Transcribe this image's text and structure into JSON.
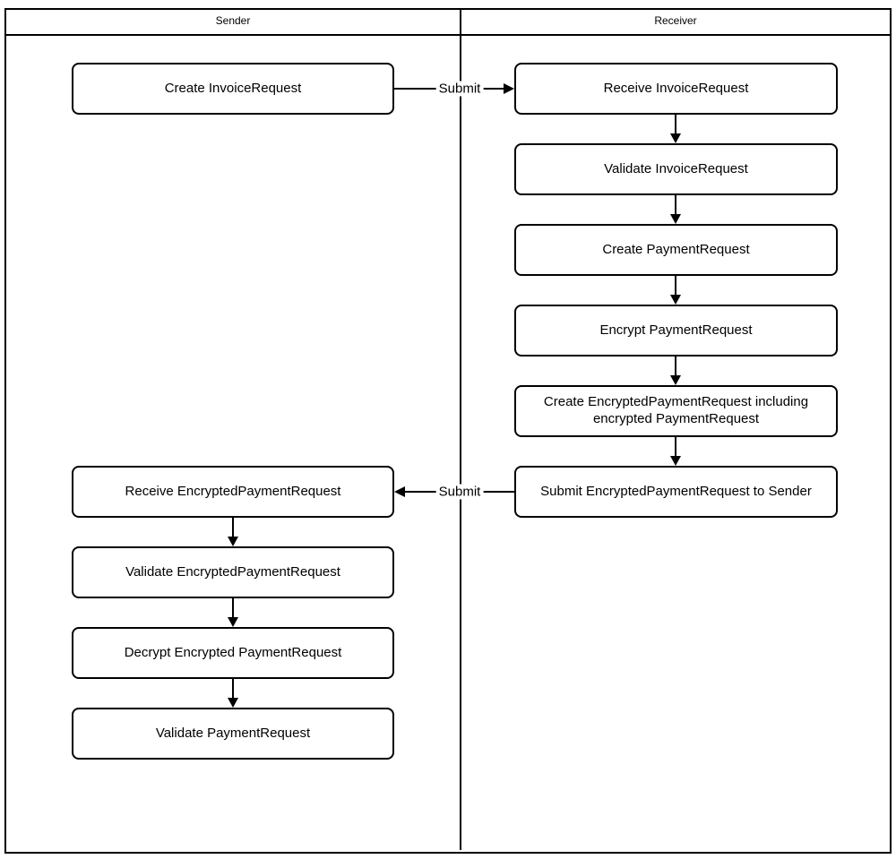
{
  "diagram": {
    "type": "swimlane-flowchart",
    "colors": {
      "stroke": "#000000",
      "fill": "#ffffff",
      "text": "#000000"
    },
    "lanes": [
      {
        "id": "sender",
        "label": "Sender"
      },
      {
        "id": "receiver",
        "label": "Receiver"
      }
    ],
    "nodes": {
      "create_invoice_request": {
        "lane": "Sender",
        "label": "Create InvoiceRequest"
      },
      "receive_invoice_request": {
        "lane": "Receiver",
        "label": "Receive InvoiceRequest"
      },
      "validate_invoice_request": {
        "lane": "Receiver",
        "label": "Validate InvoiceRequest"
      },
      "create_payment_request": {
        "lane": "Receiver",
        "label": "Create PaymentRequest"
      },
      "encrypt_payment_request": {
        "lane": "Receiver",
        "label": "Encrypt PaymentRequest"
      },
      "create_encrypted_payment_request": {
        "lane": "Receiver",
        "label": "Create EncryptedPaymentRequest including encrypted PaymentRequest"
      },
      "submit_encrypted_payment_request": {
        "lane": "Receiver",
        "label": "Submit EncryptedPaymentRequest to Sender"
      },
      "receive_encrypted_payment_request": {
        "lane": "Sender",
        "label": "Receive EncryptedPaymentRequest"
      },
      "validate_encrypted_payment_request": {
        "lane": "Sender",
        "label": "Validate EncryptedPaymentRequest"
      },
      "decrypt_encrypted_payment_request": {
        "lane": "Sender",
        "label": "Decrypt Encrypted PaymentRequest"
      },
      "validate_payment_request": {
        "lane": "Sender",
        "label": "Validate PaymentRequest"
      }
    },
    "edges": [
      {
        "from": "create_invoice_request",
        "to": "receive_invoice_request",
        "label": "Submit"
      },
      {
        "from": "receive_invoice_request",
        "to": "validate_invoice_request",
        "label": ""
      },
      {
        "from": "validate_invoice_request",
        "to": "create_payment_request",
        "label": ""
      },
      {
        "from": "create_payment_request",
        "to": "encrypt_payment_request",
        "label": ""
      },
      {
        "from": "encrypt_payment_request",
        "to": "create_encrypted_payment_request",
        "label": ""
      },
      {
        "from": "create_encrypted_payment_request",
        "to": "submit_encrypted_payment_request",
        "label": ""
      },
      {
        "from": "submit_encrypted_payment_request",
        "to": "receive_encrypted_payment_request",
        "label": "Submit"
      },
      {
        "from": "receive_encrypted_payment_request",
        "to": "validate_encrypted_payment_request",
        "label": ""
      },
      {
        "from": "validate_encrypted_payment_request",
        "to": "decrypt_encrypted_payment_request",
        "label": ""
      },
      {
        "from": "decrypt_encrypted_payment_request",
        "to": "validate_payment_request",
        "label": ""
      }
    ]
  }
}
